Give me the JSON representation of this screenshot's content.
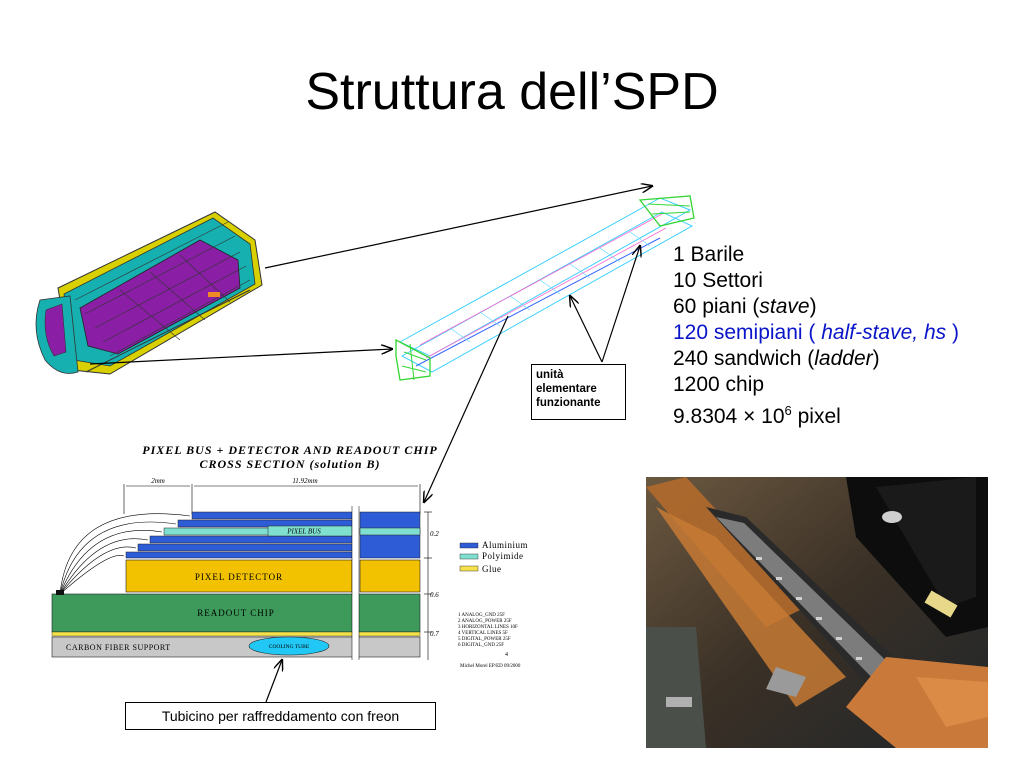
{
  "slide": {
    "title": "Struttura dell’SPD"
  },
  "facts": [
    {
      "text": "1 Barile"
    },
    {
      "text": "10 Settori"
    },
    {
      "pre": "60 piani (",
      "em": "stave",
      "post": ")"
    },
    {
      "pre": "120 semipiani ( ",
      "em": "half-stave, hs",
      "post": " )"
    },
    {
      "pre": "240 sandwich (",
      "em": "ladder",
      "post": ")"
    },
    {
      "text": "1200 chip"
    },
    {
      "pre": "9.8304 × 10",
      "sup": "6",
      "post": " pixel"
    }
  ],
  "callouts": {
    "unit_label": "unità elementare funzionante",
    "cooling_label": "Tubicino per raffreddamento con freon"
  },
  "cross_section": {
    "title_line1": "PIXEL BUS + DETECTOR AND READOUT CHIP",
    "title_line2": "CROSS SECTION (solution B)",
    "dim_left": "2mm",
    "dim_right": "11.92mm",
    "pixel_bus": "PIXEL BUS",
    "pixel_detector": "PIXEL DETECTOR",
    "readout_chip": "READOUT CHIP",
    "carbon_support": "CARBON FIBER SUPPORT",
    "cooling_tube": "COOLING TUBE",
    "dim_02": "0.2",
    "dim_06": "0.6",
    "dim_07": "0.7",
    "legend": [
      "Aluminium",
      "Polyimide",
      "Glue"
    ],
    "layers": [
      "1 ANALOG_GND 25F",
      "2 ANALOG_POWER 25F",
      "3 HORIZONTAL LINES 10F",
      "4 VERTICAL LINES 5F",
      "5 DIGITAL_POWER 25F",
      "6 DIGITAL_GND 25F"
    ],
    "page_no": "4",
    "author": "Michel Morel EP/ED 09/2000"
  },
  "colors": {
    "highlight_text": "#0a14c8",
    "aluminium": "#2e5bd6",
    "polyimide": "#7fe0d0",
    "glue": "#f5e24a",
    "detector": "#f2c200",
    "readout": "#3d9a5a",
    "barrel_outer": "#16b0b0",
    "barrel_inner": "#a020b0",
    "stave_green": "#33d633"
  }
}
